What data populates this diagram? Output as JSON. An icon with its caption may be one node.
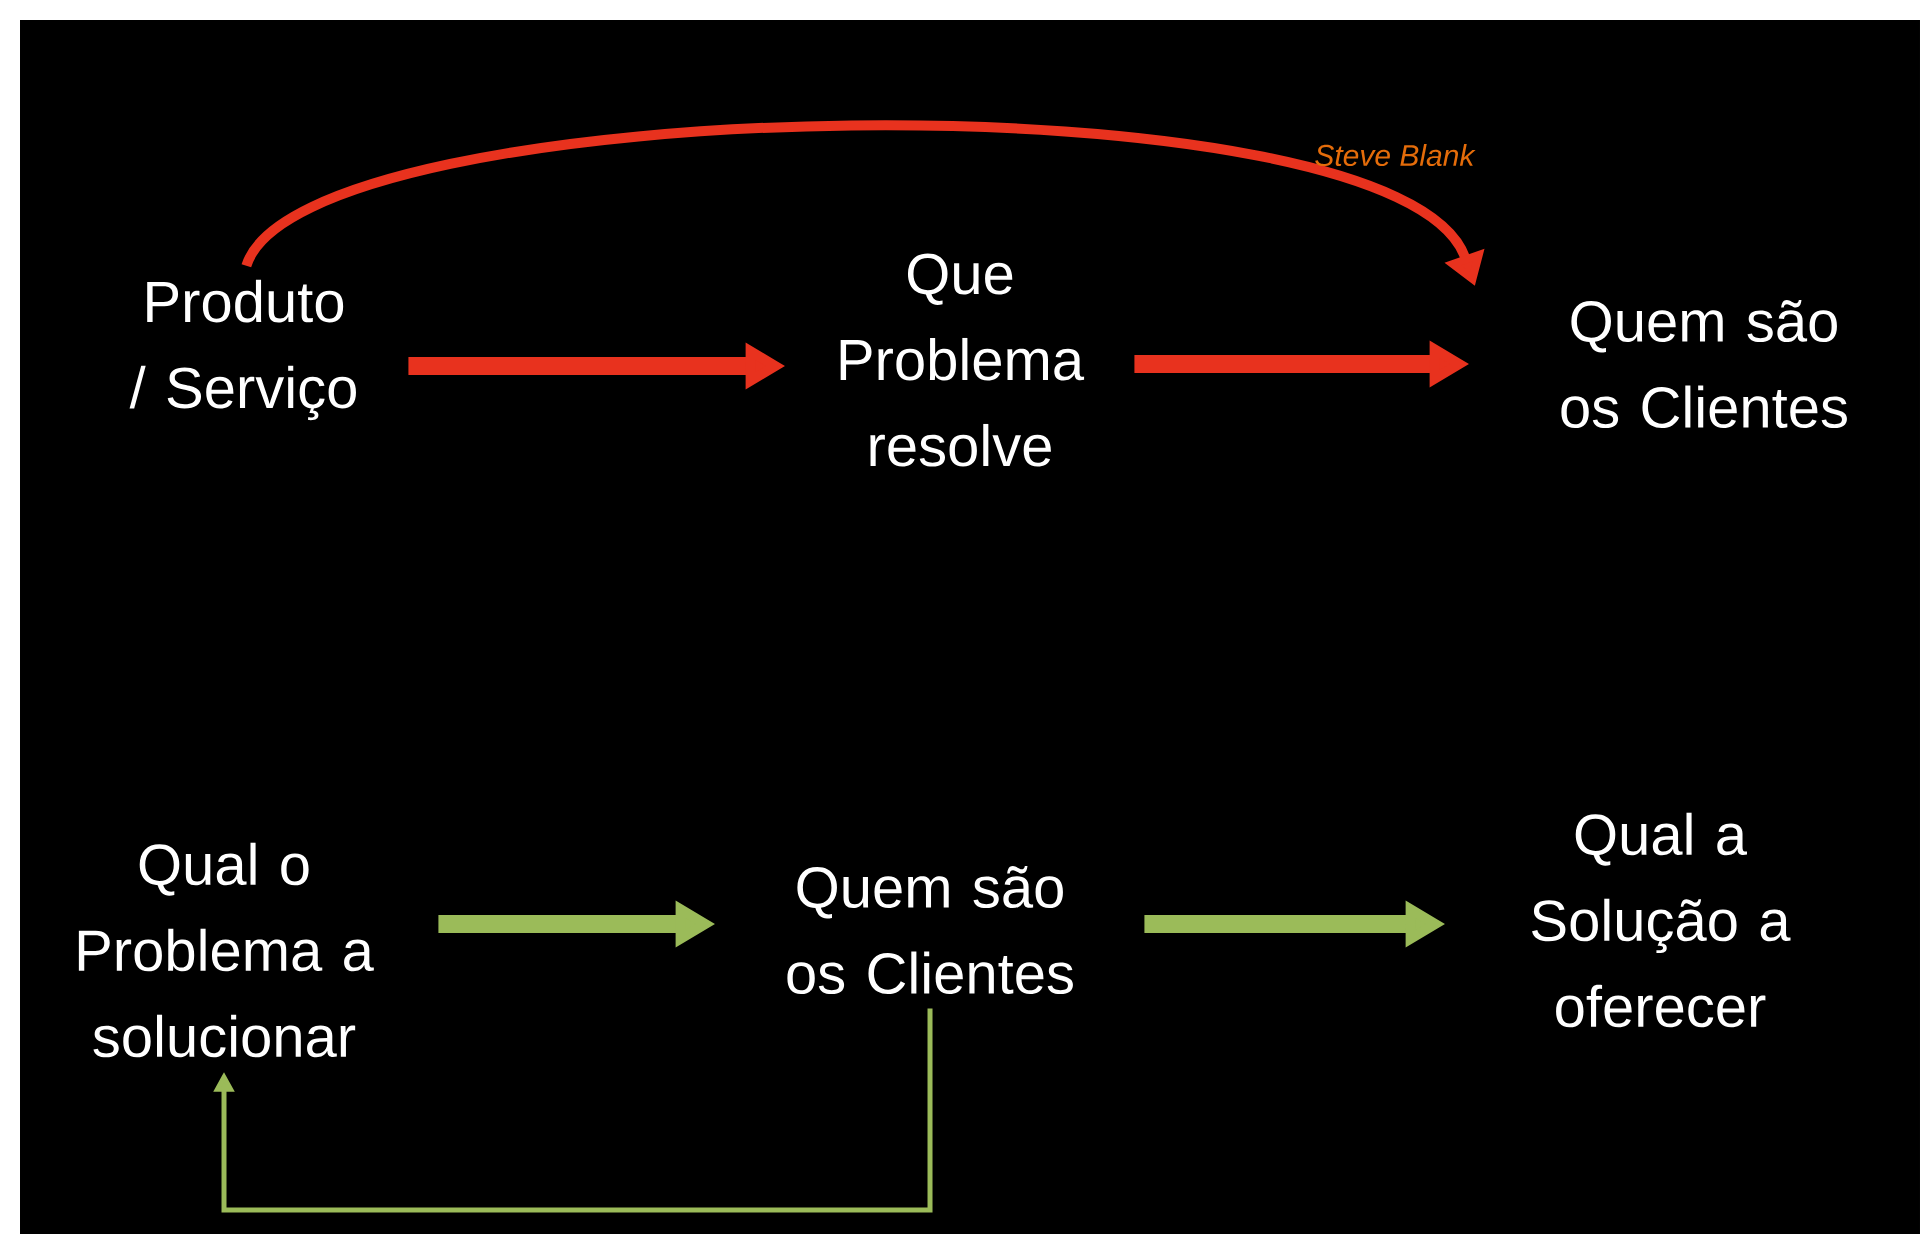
{
  "diagram": {
    "nodes": [
      {
        "text": [
          "Produto / Serviço"
        ]
      },
      {
        "text": [
          "Que Problema resolve"
        ]
      },
      {
        "text": [
          "Quem são os Clientes"
        ]
      },
      {
        "text": [
          "Qual o Problema a solucionar"
        ]
      },
      {
        "text": [
          "Quem são os Clientes"
        ]
      },
      {
        "text": [
          "Qual a Solução a oferecer"
        ]
      }
    ],
    "edges": [
      {
        "from": 0,
        "to": 1,
        "arrow": "to",
        "color": "#e8321e"
      },
      {
        "from": 1,
        "to": 2,
        "arrow": "to",
        "color": "#e8321e"
      },
      {
        "from": 0,
        "to": 2,
        "arrow": "to",
        "color": "#e8321e",
        "label": "Steve Blank"
      },
      {
        "from": 3,
        "to": 4,
        "arrow": "to",
        "color": "#9bbb59"
      },
      {
        "from": 4,
        "to": 5,
        "arrow": "to",
        "color": "#9bbb59"
      },
      {
        "from": 4,
        "to": 3,
        "arrow": "to",
        "color": "#9bbb59"
      }
    ]
  }
}
